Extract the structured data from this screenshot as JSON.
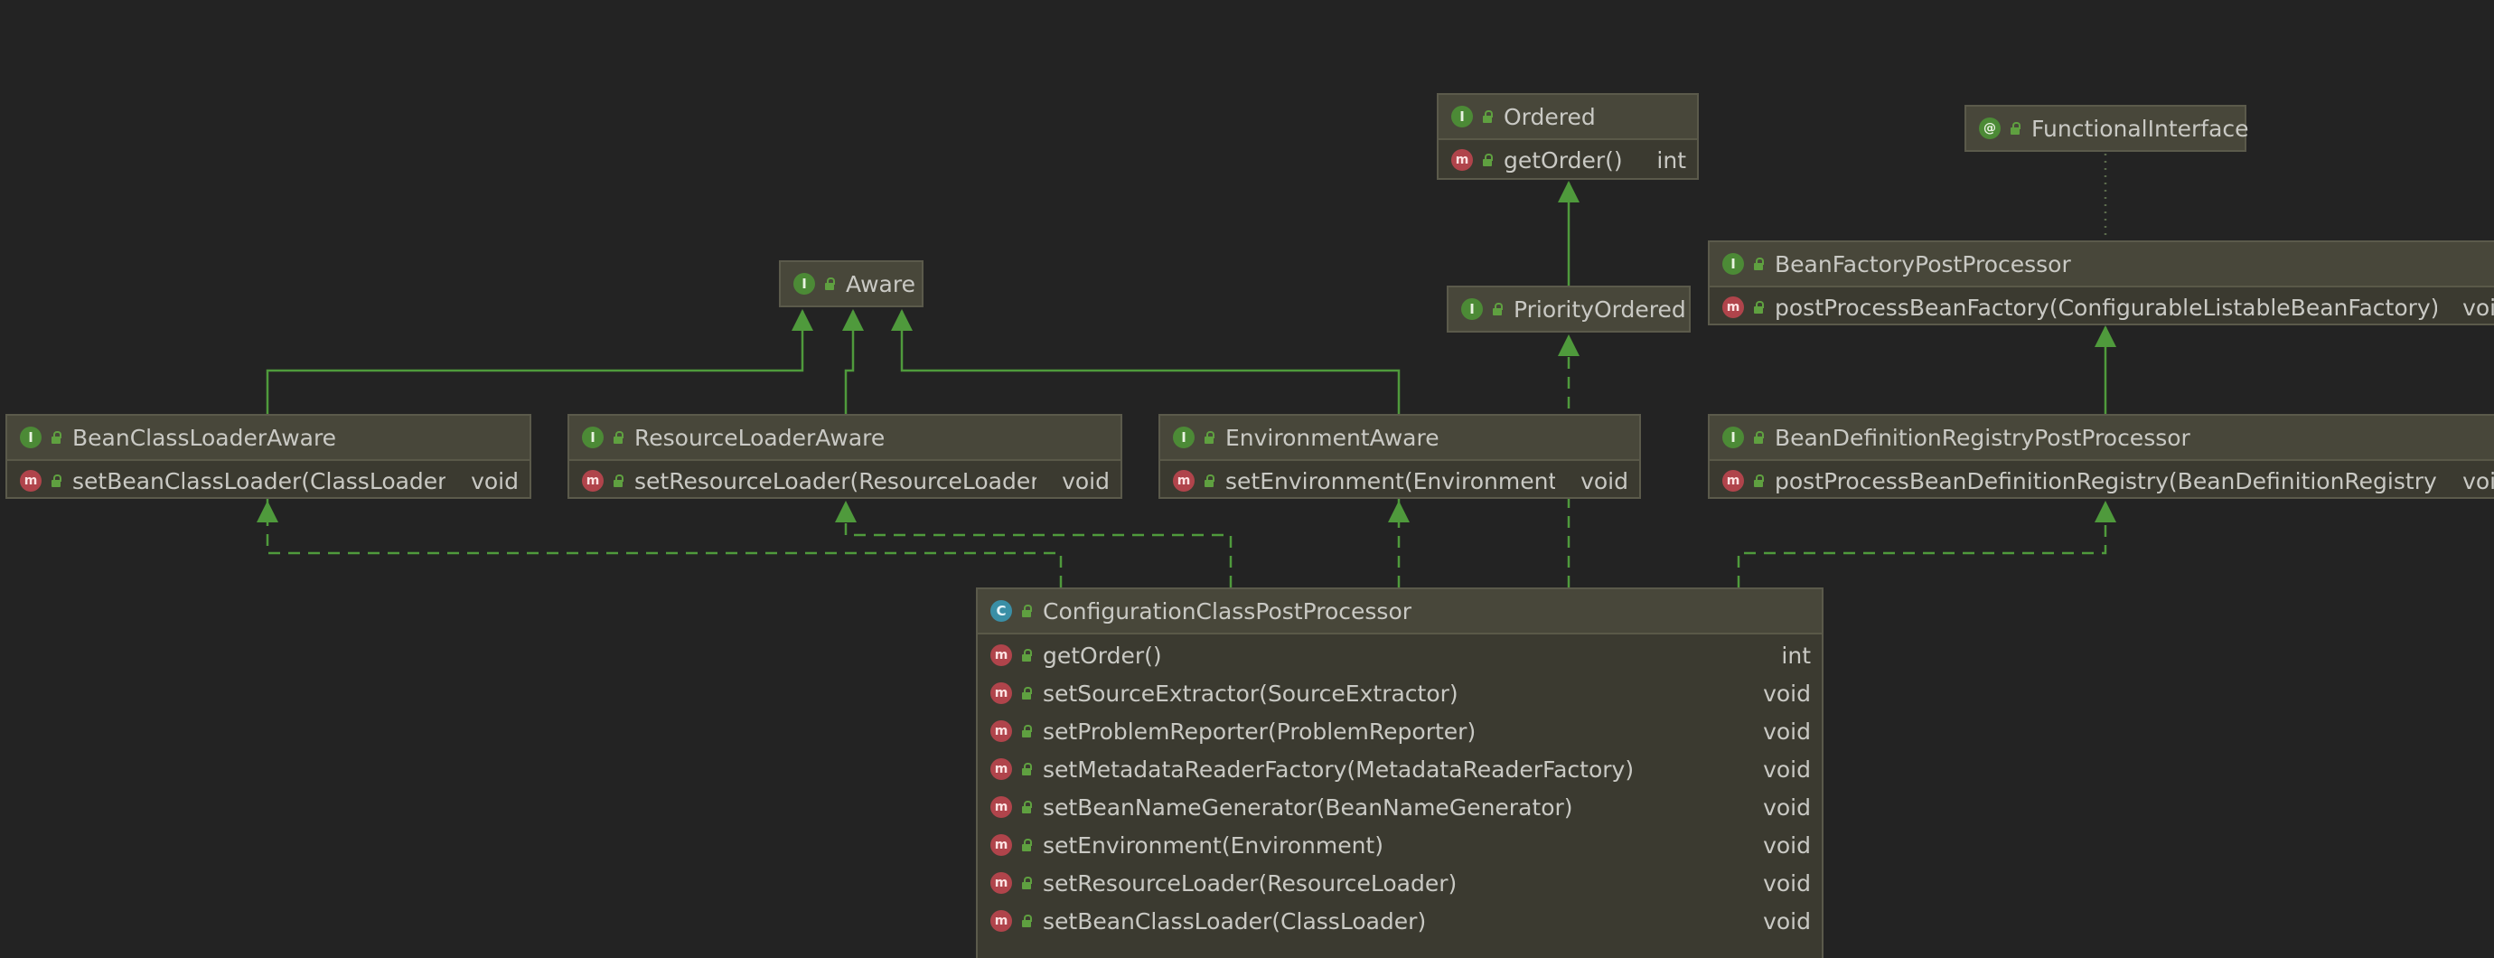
{
  "diagram": {
    "nodes": {
      "ordered": {
        "title": "Ordered",
        "kind_badge": "I",
        "members": [
          {
            "name": "getOrder()",
            "type": "int"
          }
        ]
      },
      "functional_interface": {
        "title": "FunctionalInterface",
        "kind_badge": "@"
      },
      "aware": {
        "title": "Aware",
        "kind_badge": "I"
      },
      "priority_ordered": {
        "title": "PriorityOrdered",
        "kind_badge": "I"
      },
      "bean_factory_post_processor": {
        "title": "BeanFactoryPostProcessor",
        "kind_badge": "I",
        "members": [
          {
            "name": "postProcessBeanFactory(ConfigurableListableBeanFactory)",
            "type": "void"
          }
        ]
      },
      "bean_class_loader_aware": {
        "title": "BeanClassLoaderAware",
        "kind_badge": "I",
        "members": [
          {
            "name": "setBeanClassLoader(ClassLoader)",
            "type": "void"
          }
        ]
      },
      "resource_loader_aware": {
        "title": "ResourceLoaderAware",
        "kind_badge": "I",
        "members": [
          {
            "name": "setResourceLoader(ResourceLoader)",
            "type": "void"
          }
        ]
      },
      "environment_aware": {
        "title": "EnvironmentAware",
        "kind_badge": "I",
        "members": [
          {
            "name": "setEnvironment(Environment)",
            "type": "void"
          }
        ]
      },
      "bean_definition_registry_post_processor": {
        "title": "BeanDefinitionRegistryPostProcessor",
        "kind_badge": "I",
        "members": [
          {
            "name": "postProcessBeanDefinitionRegistry(BeanDefinitionRegistry)",
            "type": "void"
          }
        ]
      },
      "configuration_class_post_processor": {
        "title": "ConfigurationClassPostProcessor",
        "kind_badge": "C",
        "members": [
          {
            "name": "getOrder()",
            "type": "int"
          },
          {
            "name": "setSourceExtractor(SourceExtractor)",
            "type": "void"
          },
          {
            "name": "setProblemReporter(ProblemReporter)",
            "type": "void"
          },
          {
            "name": "setMetadataReaderFactory(MetadataReaderFactory)",
            "type": "void"
          },
          {
            "name": "setBeanNameGenerator(BeanNameGenerator)",
            "type": "void"
          },
          {
            "name": "setEnvironment(Environment)",
            "type": "void"
          },
          {
            "name": "setResourceLoader(ResourceLoader)",
            "type": "void"
          },
          {
            "name": "setBeanClassLoader(ClassLoader)",
            "type": "void"
          }
        ]
      }
    },
    "method_badge": "m",
    "colors": {
      "background": "#232323",
      "node_fill": "#3b3a30",
      "node_header": "#48473a",
      "edge": "#4f9a3c",
      "interface_badge": "#4c8a36",
      "class_badge": "#3a8fa6",
      "method_badge": "#b0444b"
    }
  }
}
